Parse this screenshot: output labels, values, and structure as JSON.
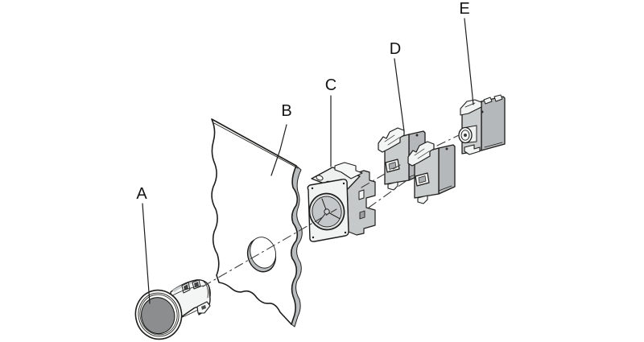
{
  "figure": {
    "kind": "exploded assembly diagram of a push button unit",
    "labels": [
      {
        "text": "A"
      },
      {
        "text": "B"
      },
      {
        "text": "C"
      },
      {
        "text": "D"
      },
      {
        "text": "E"
      }
    ],
    "colors": {
      "outline": "#1d1d1b",
      "panel_edge_gray": "#b9bcbe",
      "part_light_gray": "#cacdce",
      "part_mid_gray": "#b5b8ba",
      "button_face_gray": "#8b8d8e",
      "background": "#ffffff"
    }
  }
}
